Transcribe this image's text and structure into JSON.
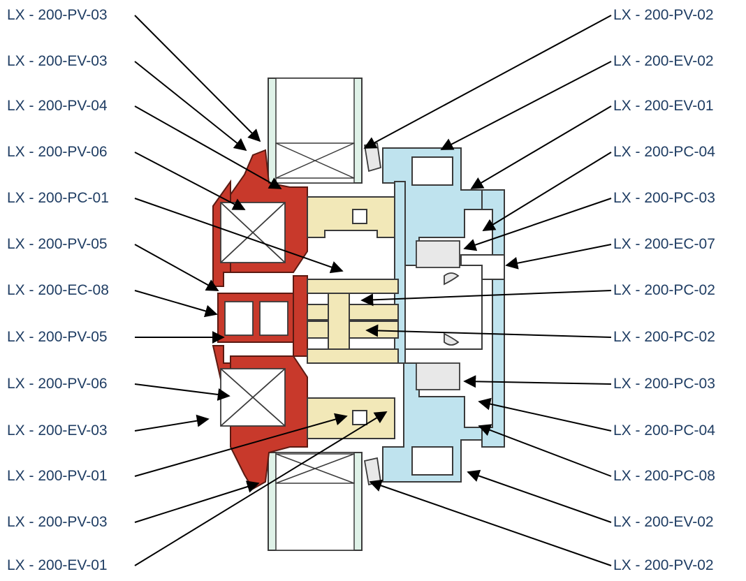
{
  "left_labels": [
    "LX - 200-PV-03",
    "LX - 200-EV-03",
    "LX - 200-PV-04",
    "LX - 200-PV-06",
    "LX - 200-PC-01",
    "LX - 200-PV-05",
    "LX - 200-EC-08",
    "LX - 200-PV-05",
    "LX - 200-PV-06",
    "LX - 200-EV-03",
    "LX - 200-PV-01",
    "LX - 200-PV-03",
    "LX - 200-EV-01"
  ],
  "right_labels": [
    "LX - 200-PV-02",
    "LX - 200-EV-02",
    "LX - 200-EV-01",
    "LX - 200-PC-04",
    "LX - 200-PC-03",
    "LX - 200-EC-07",
    "LX - 200-PC-02",
    "LX - 200-PC-02",
    "LX - 200-PC-03",
    "LX - 200-PC-04",
    "LX - 200-PC-08",
    "LX - 200-EV-02",
    "LX - 200-PV-02"
  ],
  "colors": {
    "label_text": "#1f3d63",
    "leader_line": "#000000",
    "red_profile": "#c8392b",
    "yellow_profile": "#f2e8b8",
    "blue_profile": "#bfe3ee",
    "glass": "#dff2e8",
    "outline": "#3a3a3a"
  }
}
